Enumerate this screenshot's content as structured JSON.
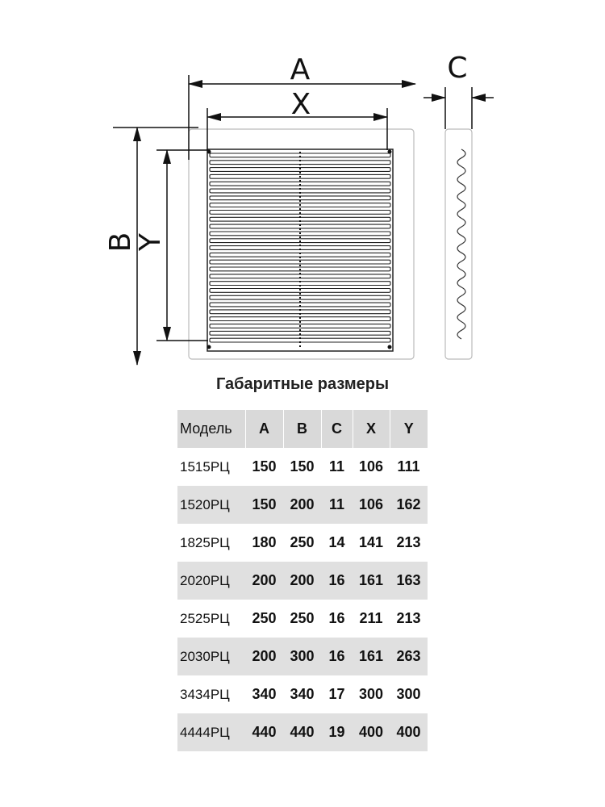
{
  "diagram": {
    "dim_labels": {
      "a": "A",
      "x": "X",
      "b": "B",
      "y": "Y",
      "c": "C"
    },
    "line_color": "#111111",
    "outline_color": "#bbbbbb"
  },
  "title": "Габаритные размеры",
  "table": {
    "headers": [
      "Модель",
      "A",
      "B",
      "C",
      "X",
      "Y"
    ],
    "rows": [
      [
        "1515РЦ",
        "150",
        "150",
        "11",
        "106",
        "111"
      ],
      [
        "1520РЦ",
        "150",
        "200",
        "11",
        "106",
        "162"
      ],
      [
        "1825РЦ",
        "180",
        "250",
        "14",
        "141",
        "213"
      ],
      [
        "2020РЦ",
        "200",
        "200",
        "16",
        "161",
        "163"
      ],
      [
        "2525РЦ",
        "250",
        "250",
        "16",
        "211",
        "213"
      ],
      [
        "2030РЦ",
        "200",
        "300",
        "16",
        "161",
        "263"
      ],
      [
        "3434РЦ",
        "340",
        "340",
        "17",
        "300",
        "300"
      ],
      [
        "4444РЦ",
        "440",
        "440",
        "19",
        "400",
        "400"
      ]
    ],
    "stripe_color": "#e0e0e0",
    "header_color": "#d9d9d9"
  }
}
